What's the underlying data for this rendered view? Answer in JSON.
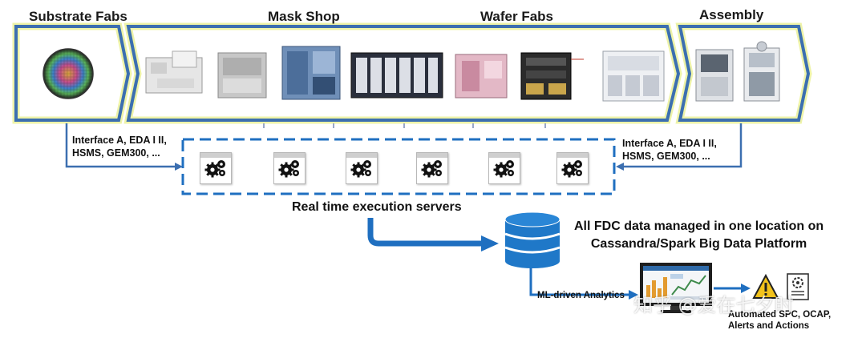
{
  "stages": {
    "substrate": "Substrate Fabs",
    "mask": "Mask Shop",
    "wafer": "Wafer Fabs",
    "assembly": "Assembly"
  },
  "interface_left": [
    "Interface A, EDA I II,",
    "HSMS, GEM300, ..."
  ],
  "interface_right": [
    "Interface A, EDA I II,",
    "HSMS, GEM300, ..."
  ],
  "servers": {
    "count_label": "",
    "caption": "Real time execution servers",
    "icon": "gears-icon"
  },
  "database": {
    "caption_line1": "All FDC data managed in one location on",
    "caption_line2": "Cassandra/Spark Big Data Platform",
    "icon": "database-icon"
  },
  "analytics": {
    "label": "ML-driven Analytics",
    "icon": "monitor-dashboard-icon"
  },
  "actions": {
    "line1": "Automated SPC, OCAP,",
    "line2": "Alerts and Actions",
    "icons": [
      "warning-icon",
      "document-gear-icon"
    ]
  },
  "watermark": "知乎 @爱在七夕时",
  "colors": {
    "frame_blue": "#3c6fb0",
    "frame_glow": "#e8ef9a",
    "flow_blue": "#1f6fc0",
    "arrow_gray": "#9aa8c8"
  }
}
